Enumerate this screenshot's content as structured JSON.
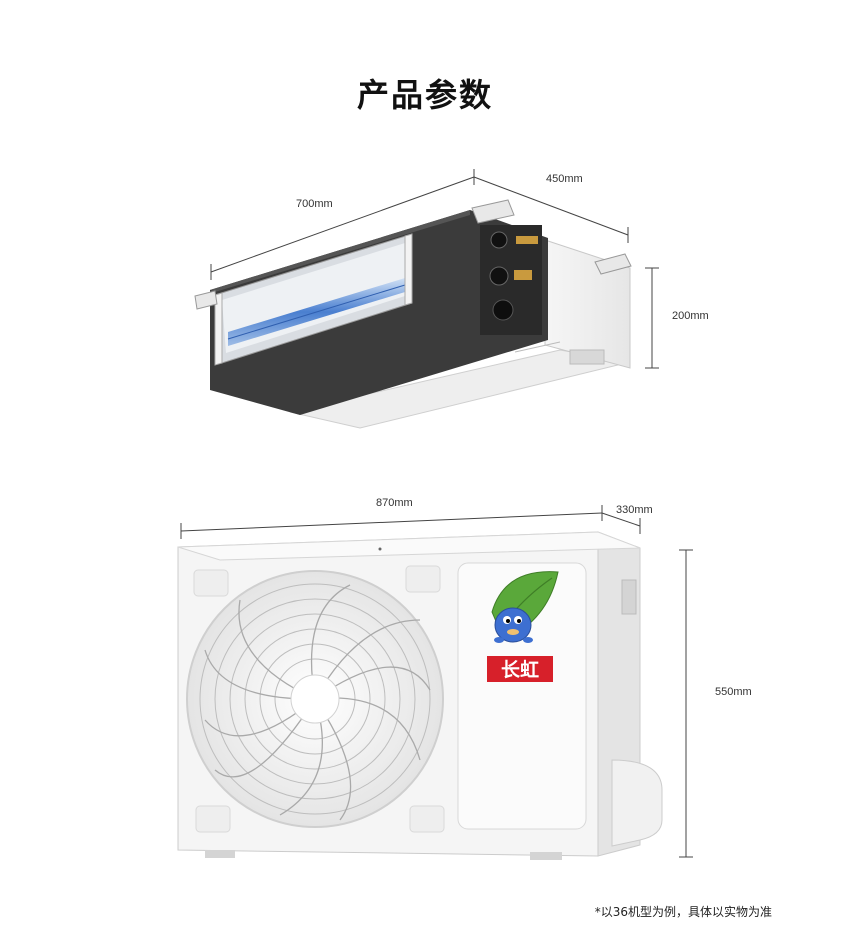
{
  "page": {
    "title": "产品参数",
    "footnote": "*以36机型为例，具体以实物为准"
  },
  "indoor_unit": {
    "width_label": "700mm",
    "depth_label": "450mm",
    "height_label": "200mm"
  },
  "outdoor_unit": {
    "width_label": "870mm",
    "depth_label": "330mm",
    "height_label": "550mm",
    "brand_text": "长虹"
  },
  "colors": {
    "brand_red": "#d7202a",
    "leaf_green": "#5aa83a",
    "mascot_blue": "#3d6fd1",
    "unit_dark": "#3a3a3a",
    "unit_white": "#f2f2f2"
  }
}
